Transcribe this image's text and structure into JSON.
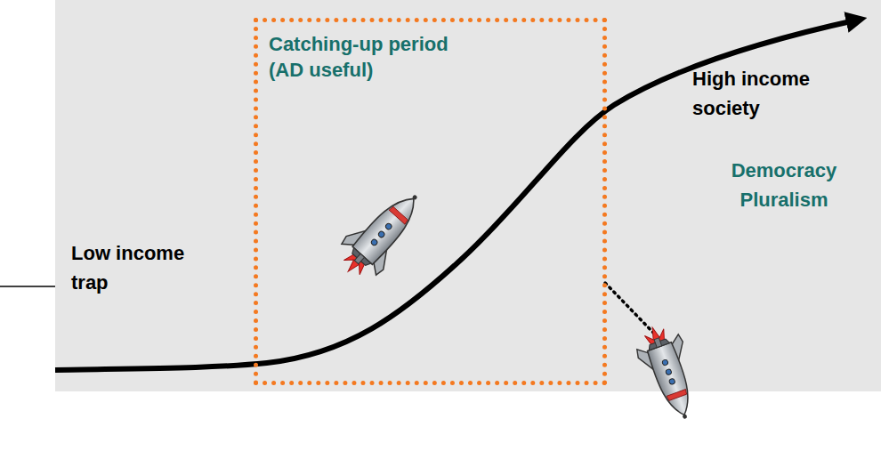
{
  "diagram": {
    "nodes": [
      {
        "text": [
          "Catching-up period (AD useful)"
        ]
      }
    ],
    "labels": [
      "Low income trap",
      "High income society",
      "Democracy Pluralism"
    ]
  }
}
